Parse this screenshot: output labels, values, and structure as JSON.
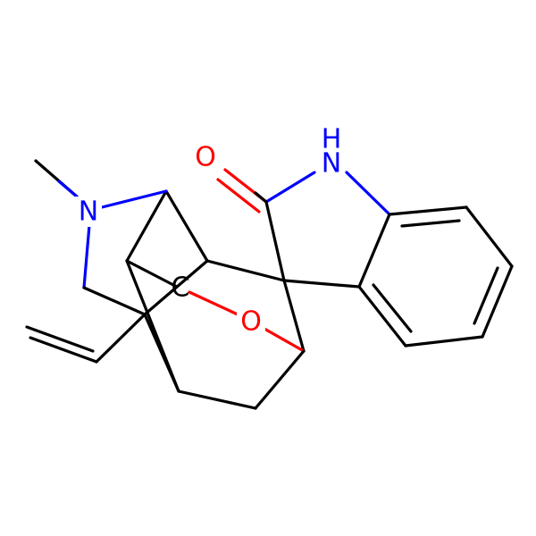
{
  "colors": {
    "background": "#ffffff",
    "carbon": "#000000",
    "nitrogen": "#0000ff",
    "oxygen": "#ff0000"
  },
  "molecule": {
    "atom_labels": {
      "o_carbonyl": "O",
      "n_amide_h": "H",
      "n_amide": "N",
      "n_amine": "N",
      "o_ether": "O",
      "c_label": "C"
    }
  }
}
